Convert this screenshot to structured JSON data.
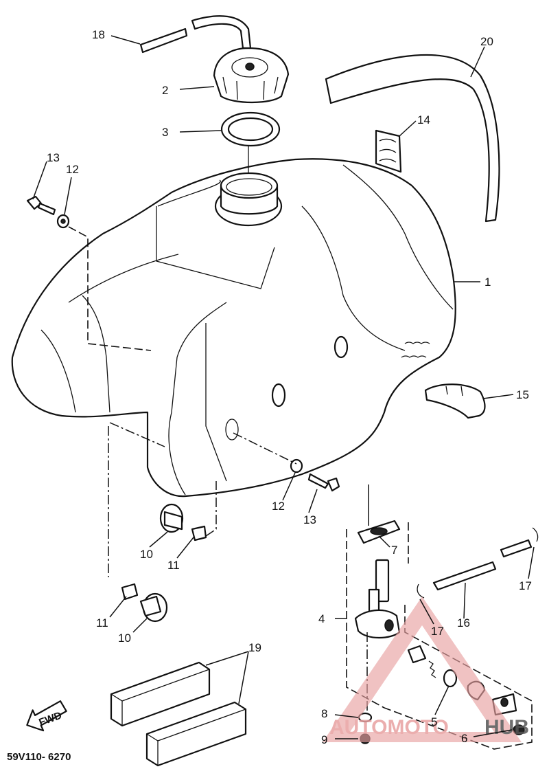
{
  "diagram": {
    "callouts": {
      "c1": "1",
      "c2": "2",
      "c3": "3",
      "c4": "4",
      "c5": "5",
      "c6": "6",
      "c7": "7",
      "c8": "8",
      "c9": "9",
      "c10a": "10",
      "c10b": "10",
      "c11a": "11",
      "c11b": "11",
      "c12a": "12",
      "c12b": "12",
      "c13a": "13",
      "c13b": "13",
      "c14": "14",
      "c15": "15",
      "c16": "16",
      "c17a": "17",
      "c17b": "17",
      "c18": "18",
      "c19": "19",
      "c20": "20"
    },
    "fwd_label": "FWD",
    "diagram_code": "59V110- 6270",
    "watermark": {
      "part1": "AUTOMOTO",
      "part2": "HUB",
      "color_primary": "#e8a0a0",
      "color_secondary": "#555555"
    }
  }
}
